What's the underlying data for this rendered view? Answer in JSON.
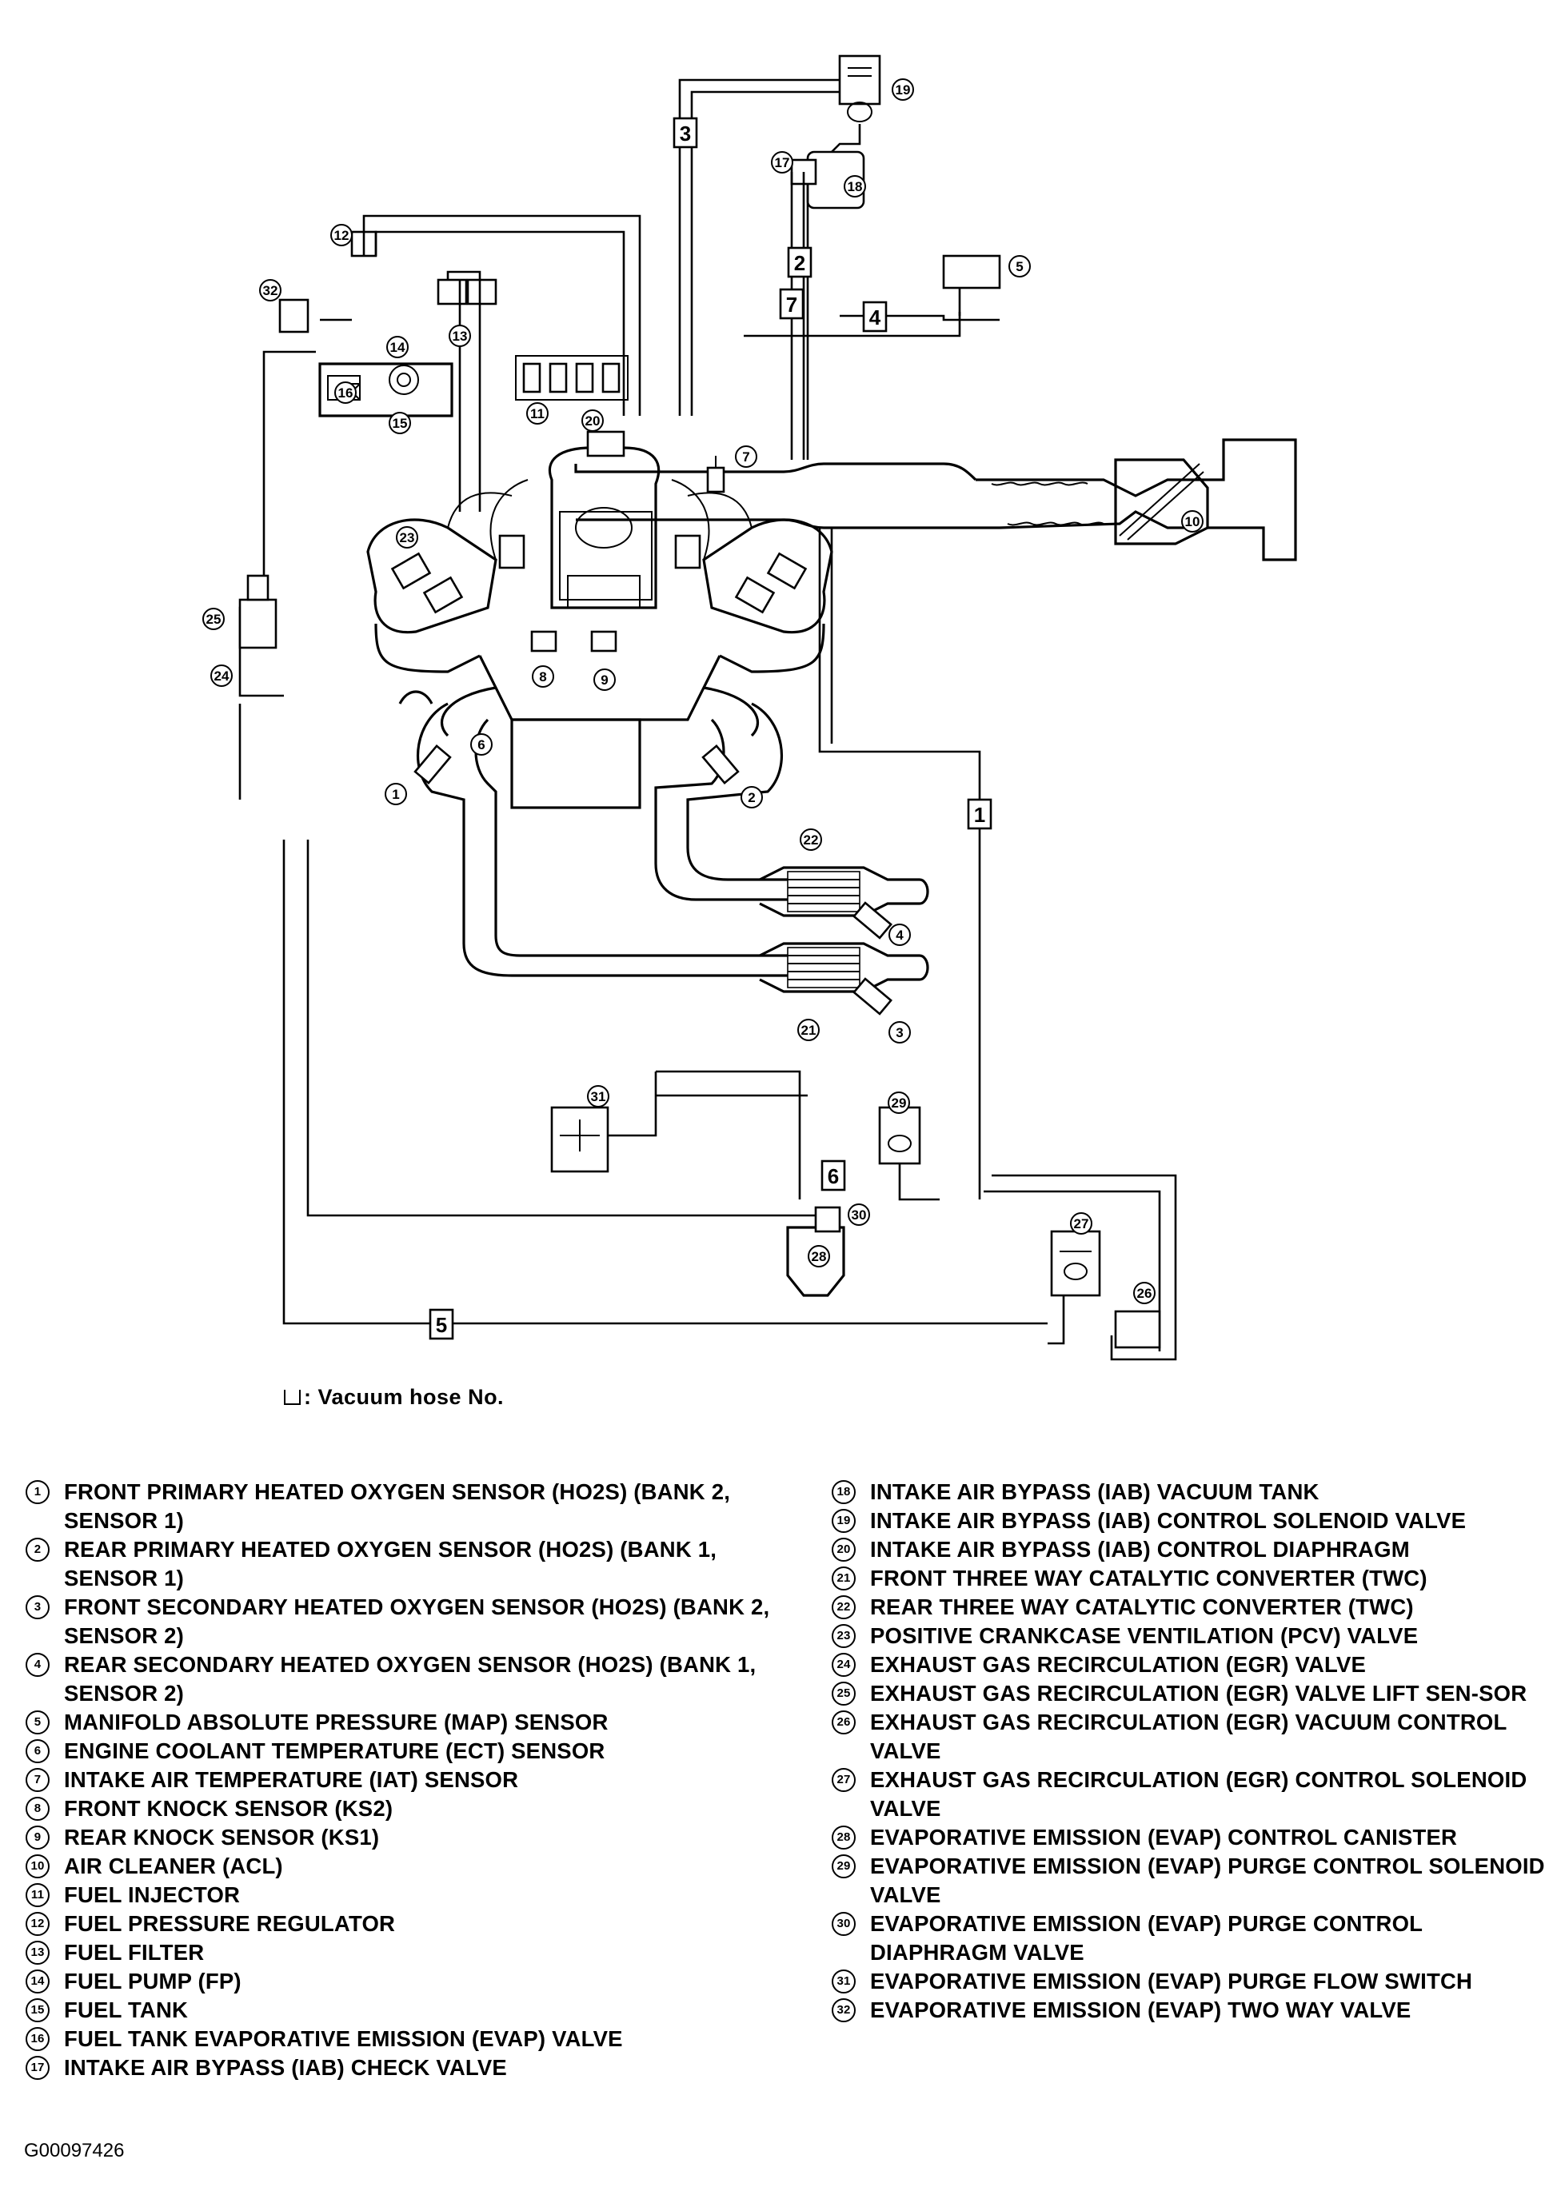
{
  "legend_note": "Vacuum hose No.",
  "figure_id": "G00097426",
  "hose_numbers": [
    "1",
    "2",
    "3",
    "4",
    "5",
    "6",
    "7"
  ],
  "callout_numbers": [
    "1",
    "2",
    "3",
    "4",
    "5",
    "6",
    "7",
    "8",
    "9",
    "10",
    "11",
    "12",
    "13",
    "14",
    "15",
    "16",
    "17",
    "18",
    "19",
    "20",
    "21",
    "22",
    "23",
    "24",
    "25",
    "26",
    "27",
    "28",
    "29",
    "30",
    "31",
    "32"
  ],
  "legend_items": [
    {
      "num": "1",
      "text": "FRONT PRIMARY HEATED OXYGEN SENSOR (HO2S) (BANK 2, SENSOR 1)"
    },
    {
      "num": "2",
      "text": "REAR PRIMARY HEATED OXYGEN SENSOR (HO2S) (BANK 1, SENSOR 1)"
    },
    {
      "num": "3",
      "text": "FRONT SECONDARY HEATED OXYGEN SENSOR (HO2S) (BANK 2, SENSOR 2)"
    },
    {
      "num": "4",
      "text": "REAR SECONDARY HEATED OXYGEN SENSOR (HO2S) (BANK 1, SENSOR 2)"
    },
    {
      "num": "5",
      "text": "MANIFOLD ABSOLUTE PRESSURE (MAP) SENSOR"
    },
    {
      "num": "6",
      "text": "ENGINE COOLANT TEMPERATURE (ECT) SENSOR"
    },
    {
      "num": "7",
      "text": "INTAKE AIR TEMPERATURE (IAT) SENSOR"
    },
    {
      "num": "8",
      "text": "FRONT KNOCK SENSOR (KS2)"
    },
    {
      "num": "9",
      "text": "REAR KNOCK SENSOR (KS1)"
    },
    {
      "num": "10",
      "text": "AIR CLEANER (ACL)"
    },
    {
      "num": "11",
      "text": "FUEL INJECTOR"
    },
    {
      "num": "12",
      "text": "FUEL PRESSURE REGULATOR"
    },
    {
      "num": "13",
      "text": "FUEL FILTER"
    },
    {
      "num": "14",
      "text": "FUEL PUMP (FP)"
    },
    {
      "num": "15",
      "text": "FUEL TANK"
    },
    {
      "num": "16",
      "text": "FUEL TANK EVAPORATIVE EMISSION (EVAP) VALVE"
    },
    {
      "num": "17",
      "text": "INTAKE AIR BYPASS (IAB) CHECK VALVE"
    },
    {
      "num": "18",
      "text": "INTAKE AIR BYPASS (IAB) VACUUM TANK"
    },
    {
      "num": "19",
      "text": "INTAKE AIR BYPASS (IAB) CONTROL SOLENOID VALVE"
    },
    {
      "num": "20",
      "text": "INTAKE AIR BYPASS (IAB) CONTROL DIAPHRAGM"
    },
    {
      "num": "21",
      "text": "FRONT THREE WAY CATALYTIC CONVERTER (TWC)"
    },
    {
      "num": "22",
      "text": "REAR THREE WAY CATALYTIC CONVERTER (TWC)"
    },
    {
      "num": "23",
      "text": "POSITIVE CRANKCASE VENTILATION (PCV) VALVE"
    },
    {
      "num": "24",
      "text": "EXHAUST GAS RECIRCULATION (EGR) VALVE"
    },
    {
      "num": "25",
      "text": "EXHAUST GAS RECIRCULATION (EGR) VALVE LIFT SEN-SOR"
    },
    {
      "num": "26",
      "text": "EXHAUST GAS RECIRCULATION (EGR) VACUUM CONTROL VALVE"
    },
    {
      "num": "27",
      "text": "EXHAUST GAS RECIRCULATION (EGR) CONTROL SOLENOID VALVE"
    },
    {
      "num": "28",
      "text": "EVAPORATIVE EMISSION (EVAP) CONTROL CANISTER"
    },
    {
      "num": "29",
      "text": "EVAPORATIVE EMISSION (EVAP) PURGE CONTROL SOLENOID VALVE"
    },
    {
      "num": "30",
      "text": "EVAPORATIVE EMISSION (EVAP) PURGE CONTROL DIAPHRAGM VALVE"
    },
    {
      "num": "31",
      "text": "EVAPORATIVE EMISSION (EVAP) PURGE FLOW SWITCH"
    },
    {
      "num": "32",
      "text": "EVAPORATIVE EMISSION (EVAP) TWO WAY VALVE"
    }
  ]
}
